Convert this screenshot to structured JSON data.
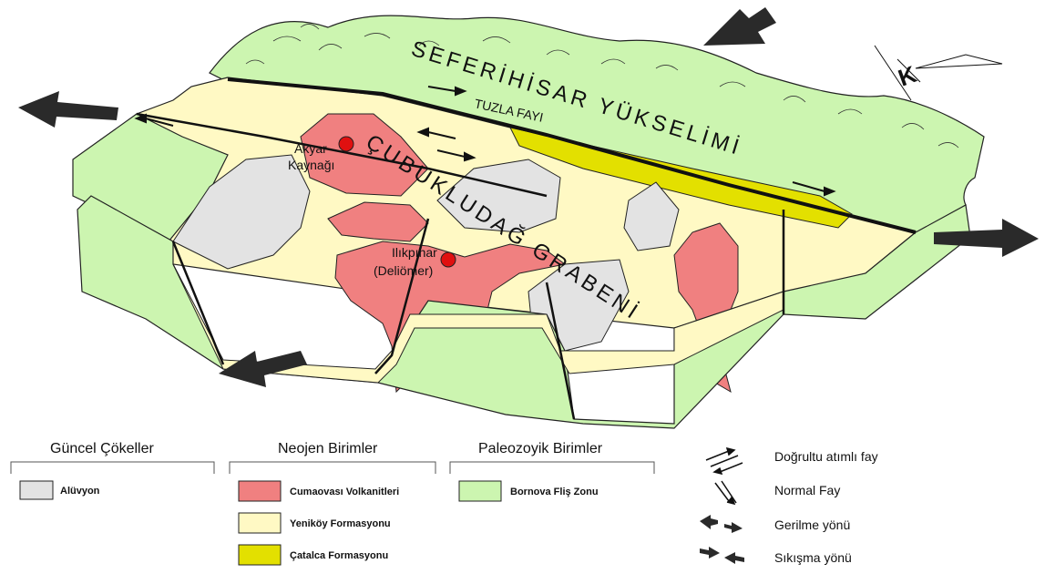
{
  "map_labels": {
    "range": "SEFERİHİSAR YÜKSELİMİ",
    "fault": "TUZLA FAYI",
    "graben": "ÇUBUKLUDAĞ GRABENİ",
    "spring1_line1": "Akyar",
    "spring1_line2": "Kaynağı",
    "spring2_line1": "Ilıkpınar",
    "spring2_line2": "(Deliömer)",
    "north": "K"
  },
  "legend": {
    "groups": [
      {
        "title": "Güncel Çökeller",
        "items": [
          {
            "label": "Alüvyon",
            "color": "#e3e3e3"
          }
        ]
      },
      {
        "title": "Neojen Birimler",
        "items": [
          {
            "label": "Cumaovası Volkanitleri",
            "color": "#f08080"
          },
          {
            "label": "Yeniköy Formasyonu",
            "color": "#fff9c4"
          },
          {
            "label": "Çatalca Formasyonu",
            "color": "#e3e000"
          }
        ]
      },
      {
        "title": "Paleozoyik Birimler",
        "items": [
          {
            "label": "Bornova Fliş Zonu",
            "color": "#ccf5b0"
          }
        ]
      }
    ],
    "symbols": [
      {
        "label": "Doğrultu atımlı fay",
        "icon": "strike-slip-fault-icon"
      },
      {
        "label": "Normal Fay",
        "icon": "normal-fault-icon"
      },
      {
        "label": "Gerilme yönü",
        "icon": "extension-arrows-icon"
      },
      {
        "label": "Sıkışma yönü",
        "icon": "compression-arrows-icon"
      }
    ]
  },
  "colors": {
    "green": "#ccf5b0",
    "yellow": "#fff9c4",
    "red": "#f08080",
    "gray": "#e3e3e3",
    "olive": "#e3e000",
    "spring": "#e01010"
  }
}
